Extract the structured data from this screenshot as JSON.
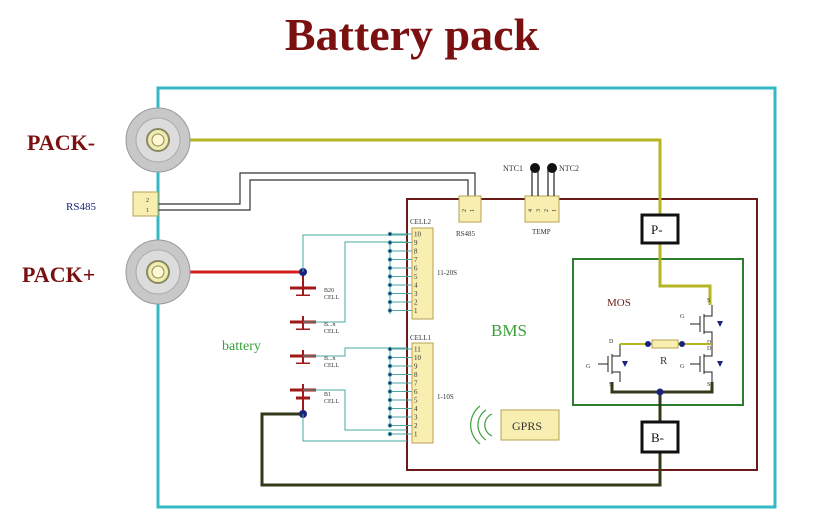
{
  "title": "Battery pack",
  "terminals": {
    "pack_neg": "PACK-",
    "pack_pos": "PACK+"
  },
  "rs485_external": {
    "label": "RS485",
    "pins": [
      "2",
      "1"
    ]
  },
  "bms": {
    "label": "BMS",
    "rs485_connector": {
      "label": "RS485",
      "pins": [
        "2",
        "1"
      ]
    },
    "temp_connector": {
      "label": "TEMP",
      "pins": [
        "4",
        "3",
        "2",
        "1"
      ]
    },
    "ntc1": "NTC1",
    "ntc2": "NTC2",
    "gprs": "GPRS",
    "cell2": {
      "label": "CELL2",
      "pins": [
        "10",
        "9",
        "8",
        "7",
        "6",
        "5",
        "4",
        "3",
        "2",
        "1"
      ],
      "range": "11-20S"
    },
    "cell1": {
      "label": "CELL1",
      "pins": [
        "11",
        "10",
        "9",
        "8",
        "7",
        "6",
        "5",
        "4",
        "3",
        "2",
        "1"
      ],
      "range": "1-10S"
    },
    "p_neg": "P-",
    "b_neg": "B-",
    "mos": {
      "label": "MOS",
      "resistor": "R",
      "upper_fet": {
        "g": "G",
        "s": "S",
        "d": "D"
      },
      "left_fet": {
        "g": "G",
        "s": "S",
        "d": "D"
      },
      "right_fet": {
        "g": "G",
        "s": "S",
        "d": "D"
      }
    }
  },
  "battery": {
    "label": "battery",
    "cells": [
      {
        "name": "B20",
        "sub": "CELL"
      },
      {
        "name": "B...n",
        "sub": "CELL"
      },
      {
        "name": "B...n",
        "sub": "CELL"
      },
      {
        "name": "B1",
        "sub": "CELL"
      }
    ]
  },
  "colors": {
    "title": "#7a1010",
    "pack_outline": "#33b8c4",
    "bms_outline": "#6b1a1a",
    "mos_outline": "#2e7d2e",
    "wire_yellow": "#b5b523",
    "wire_red": "#d42020",
    "wire_dark": "#333a1a",
    "sense_wire": "#4aa8a0",
    "connector_fill": "#f7eeb0",
    "battery_red": "#a01818",
    "label_green": "#39a03a"
  }
}
